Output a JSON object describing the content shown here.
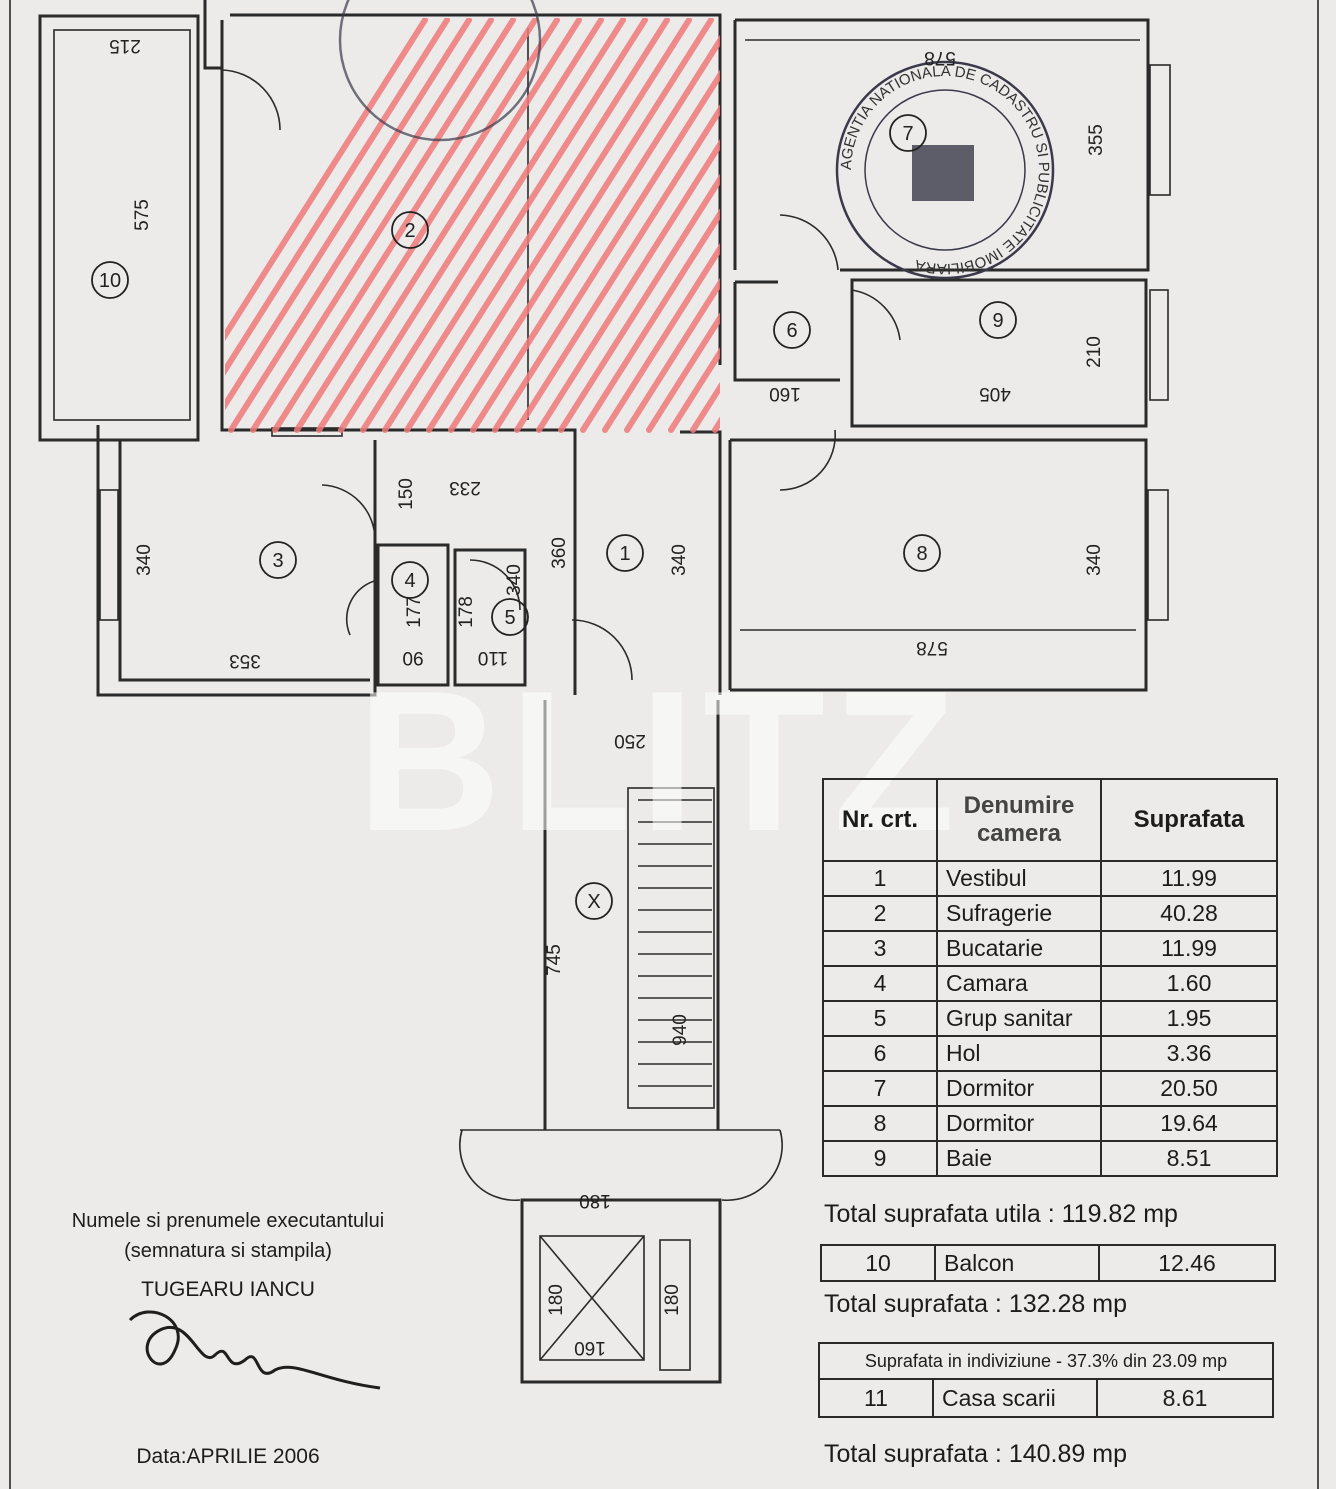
{
  "plan": {
    "rooms": [
      {
        "num": "1"
      },
      {
        "num": "2"
      },
      {
        "num": "3"
      },
      {
        "num": "4"
      },
      {
        "num": "5"
      },
      {
        "num": "6"
      },
      {
        "num": "7"
      },
      {
        "num": "8"
      },
      {
        "num": "9"
      },
      {
        "num": "10"
      },
      {
        "num": "X"
      }
    ],
    "dimensions": [
      "215",
      "575",
      "578",
      "355",
      "210",
      "405",
      "160",
      "233",
      "150",
      "340",
      "340",
      "340",
      "340",
      "353",
      "177",
      "178",
      "90",
      "110",
      "360",
      "578",
      "250",
      "745",
      "940",
      "180",
      "180",
      "180",
      "160"
    ],
    "stamp_text": "AGENTIA NATIONALA DE CADASTRU SI PUBLICITATE IMOBILIARA"
  },
  "legend": {
    "headers": [
      "Nr. crt.",
      "Denumire camera",
      "Suprafata"
    ],
    "rows": [
      [
        "1",
        "Vestibul",
        "11.99"
      ],
      [
        "2",
        "Sufragerie",
        "40.28"
      ],
      [
        "3",
        "Bucatarie",
        "11.99"
      ],
      [
        "4",
        "Camara",
        "1.60"
      ],
      [
        "5",
        "Grup sanitar",
        "1.95"
      ],
      [
        "6",
        "Hol",
        "3.36"
      ],
      [
        "7",
        "Dormitor",
        "20.50"
      ],
      [
        "8",
        "Dormitor",
        "19.64"
      ],
      [
        "9",
        "Baie",
        "8.51"
      ]
    ]
  },
  "totals": {
    "utila": "Total suprafata utila : 119.82 mp",
    "balcon_row": [
      "10",
      "Balcon",
      "12.46"
    ],
    "total1": "Total suprafata : 132.28 mp",
    "indiviziune_header": "Suprafata in indiviziune - 37.3% din 23.09 mp",
    "indiviziune_row": [
      "11",
      "Casa scarii",
      "8.61"
    ],
    "total2": "Total suprafata : 140.89 mp"
  },
  "signature": {
    "line1": "Numele si prenumele executantului",
    "line2": "(semnatura si stampila)",
    "name": "TUGEARU IANCU",
    "date": "Data:APRILIE 2006"
  },
  "watermark": "BLITZ"
}
